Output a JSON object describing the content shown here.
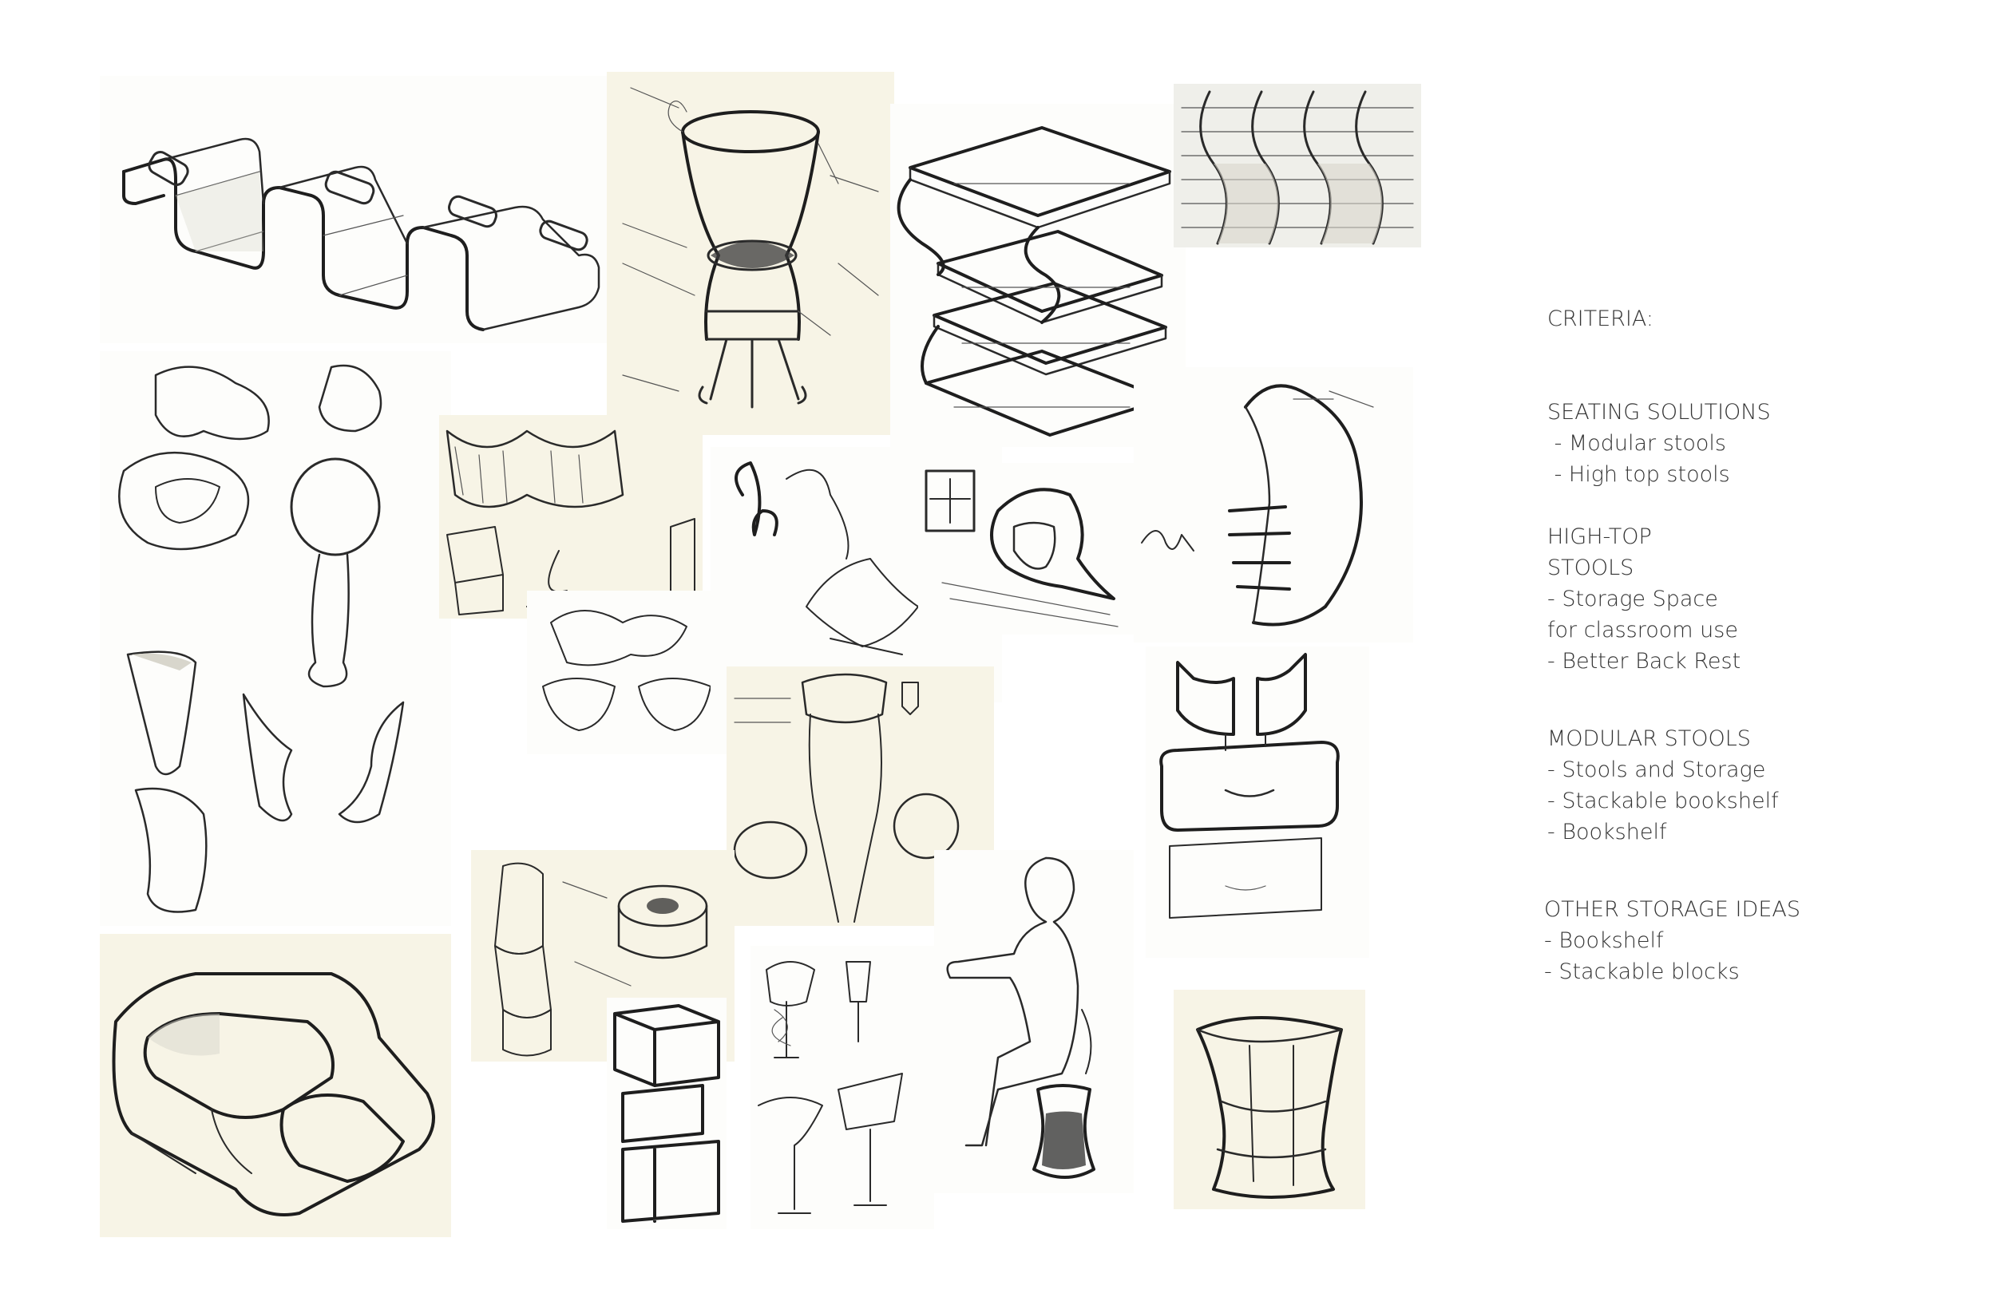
{
  "criteria": {
    "title": "CRITERIA:",
    "seating": {
      "heading": "SEATING SOLUTIONS",
      "items": [
        " - Modular stools",
        " - High top stools"
      ]
    },
    "hightop": {
      "heading_line1": "HIGH-TOP",
      "heading_line2": "STOOLS",
      "items": [
        "- Storage Space",
        "for classroom use",
        "- Better Back Rest"
      ]
    },
    "modular": {
      "heading": "MODULAR STOOLS",
      "items": [
        "- Stools and Storage",
        "- Stackable bookshelf",
        "- Bookshelf"
      ]
    },
    "other": {
      "heading": "OTHER STORAGE IDEAS",
      "items": [
        "- Bookshelf",
        "- Stackable blocks"
      ]
    }
  }
}
